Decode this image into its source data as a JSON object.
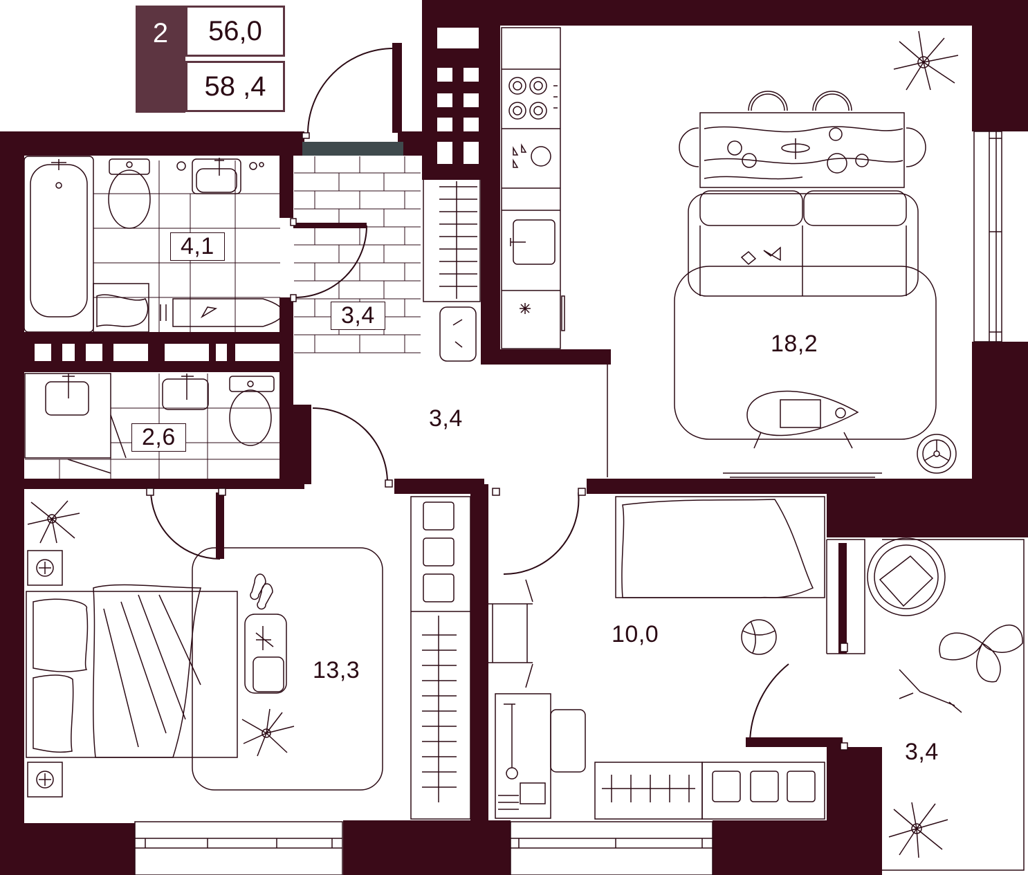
{
  "summary": {
    "rooms_count": "2",
    "area_total": "56,0",
    "area_with_balcony": "58 ,4"
  },
  "rooms": {
    "bathroom": "4,1",
    "corridor_entry": "3,4",
    "wc": "2,6",
    "hall": "3,4",
    "living_kitchen": "18,2",
    "bedroom": "13,3",
    "children_room": "10,0",
    "balcony": "3,4"
  },
  "colors": {
    "wall": "#3a0a18",
    "accent": "#5d3541",
    "line": "#2b0a14",
    "door_threshold": "#3f4a4d"
  }
}
